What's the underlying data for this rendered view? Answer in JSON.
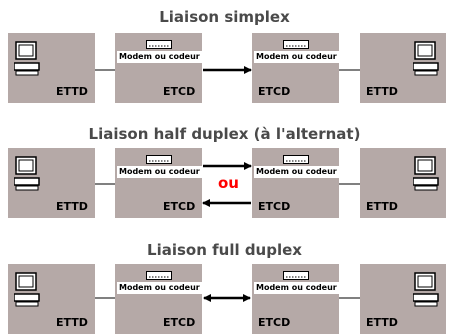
{
  "diagrams": [
    {
      "title": "Liaison simplex",
      "modem_label": "Modem ou codeur",
      "etcd_label": "ETCD",
      "ettd_label": "ETTD",
      "direction": "simplex"
    },
    {
      "title": "Liaison half duplex (à l'alternat)",
      "modem_label": "Modem ou codeur",
      "etcd_label": "ETCD",
      "ettd_label": "ETTD",
      "direction": "half-duplex",
      "or_label": "ou"
    },
    {
      "title": "Liaison full duplex",
      "modem_label": "Modem ou codeur",
      "etcd_label": "ETCD",
      "ettd_label": "ETTD",
      "direction": "full-duplex"
    }
  ],
  "colors": {
    "box": "#b5a9a7",
    "title": "#4a4a4a",
    "or_label": "#ff0000"
  }
}
